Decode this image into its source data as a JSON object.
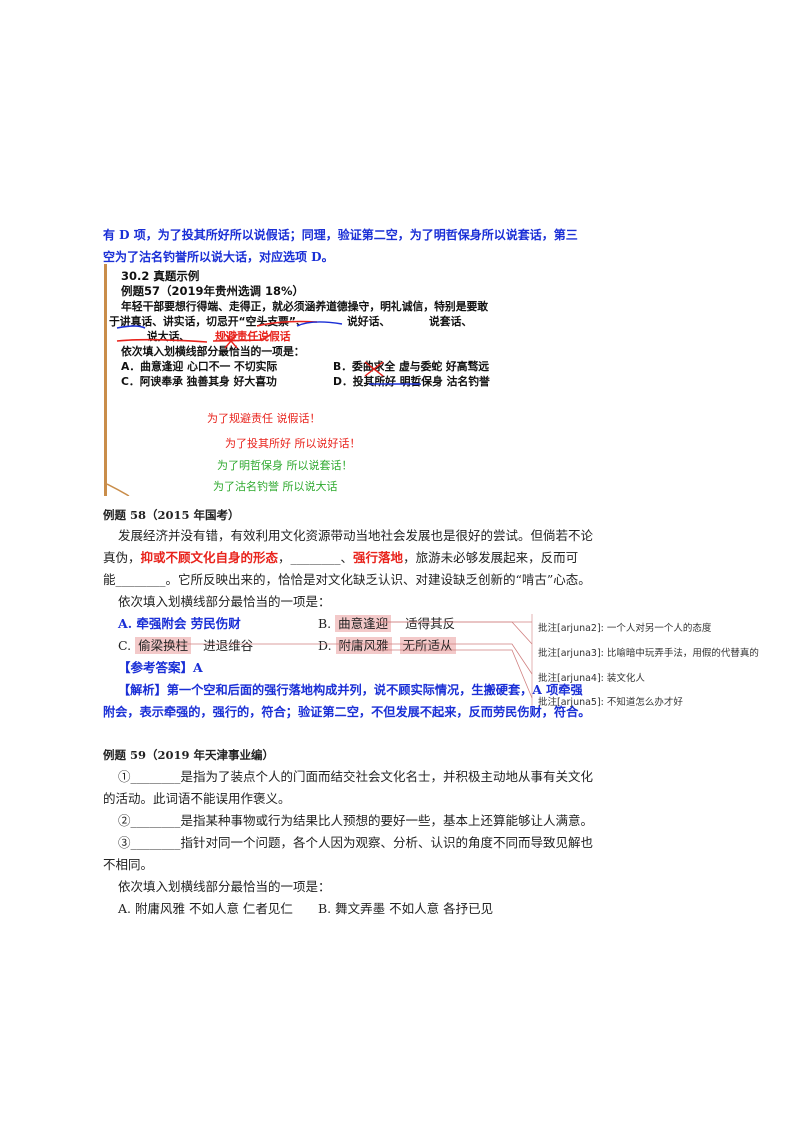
{
  "top_analysis": {
    "line1": "有 D 项，为了投其所好所以说假话；同理，验证第二空，为了明哲保身所以说套话，第三",
    "line2": "空为了沽名钓誉所以说大话，对应选项 D。"
  },
  "embedded_image": {
    "header1": "30.2   真题示例",
    "header2": "例题57（2019年贵州选调   18%）",
    "q_line1": "年轻干部要想行得端、走得正，就必须涵养道德操守，明礼诚信，特别是要敢",
    "q_line2a": "于讲真话、讲实话，切忌开“空头支票”、",
    "q_line2b": "说好话、",
    "q_line2c": "说套话、",
    "q_line3a": "说大话、",
    "q_line3b": "规避责任说假话",
    "q_line4": "依次填入划横线部分最恰当的一项是：",
    "opt_a": "A．曲意逢迎   心口不一   不切实际",
    "opt_b": "B．委曲求全   虚与委蛇   好高骛远",
    "opt_c": "C．阿谀奉承   独善其身   好大喜功",
    "opt_d": "D．投其所好   明哲保身   沽名钓誉",
    "callout1": "为了规避责任 说假话！",
    "callout2": "为了投其所好 所以说好话！",
    "callout3": "为了明哲保身 所以说套话！",
    "callout4": "为了沽名钓誉 所以说大话"
  },
  "example58": {
    "title": "例题 58（2015 年国考）",
    "p1_a": "发展经济并没有错，有效利用文化资源带动当地社会发展也是很好的尝试。但倘若不论",
    "p1_b1": "真伪，",
    "p1_b2": "抑或不顾文化自身的形态",
    "p1_b3": "，________、",
    "p1_b4": "强行落地",
    "p1_b5": "，旅游未必够发展起来，反而可",
    "p1_c": "能________。它所反映出来的，恰恰是对文化缺乏认识、对建设缺乏创新的“啃古”心态。",
    "prompt": "依次填入划横线部分最恰当的一项是：",
    "options": {
      "a": "A. 牵强附会   劳民伤财",
      "b_label": "B.",
      "b_w1": "曲意逢迎",
      "b_w2": "适得其反",
      "c_label": "C.",
      "c_w1": "偷梁换柱",
      "c_w2": "进退维谷",
      "d_label": "D.",
      "d_w1": "附庸风雅",
      "d_w2": "无所适从"
    },
    "answer": "【参考答案】A",
    "analysis1": "【解析】第一个空和后面的强行落地构成并列，说不顾实际情况，生搬硬套，A 项牵强",
    "analysis2": "附会，表示牵强的，强行的，符合；验证第二空，不但发展不起来，反而劳民伤财，符合。"
  },
  "comments": [
    "批注[arjuna2]: 一个人对另一个人的态度",
    "批注[arjuna3]: 比喻暗中玩弄手法，用假的代替真的",
    "批注[arjuna4]: 装文化人",
    "批注[arjuna5]: 不知道怎么办才好"
  ],
  "example59": {
    "title": "例题 59（2019 年天津事业编）",
    "l1a": "①________是指为了装点个人的门面而结交社会文化名士，并积极主动地从事有关文化",
    "l1b": "的活动。此词语不能误用作褒义。",
    "l2": "②________是指某种事物或行为结果比人预想的要好一些，基本上还算能够让人满意。",
    "l3a": "③________指针对同一个问题，各个人因为观察、分析、认识的角度不同而导致见解也",
    "l3b": "不相同。",
    "prompt": "依次填入划横线部分最恰当的一项是：",
    "opt_a": "A. 附庸风雅   不如人意   仁者见仁",
    "opt_b": "B. 舞文弄墨   不如人意   各抒已见"
  },
  "colors": {
    "analysis_blue": "#1a2fd6",
    "highlight_red": "#e8231c",
    "comment_highlight": "#f3c9c9",
    "callout_green": "#2faa2f"
  }
}
